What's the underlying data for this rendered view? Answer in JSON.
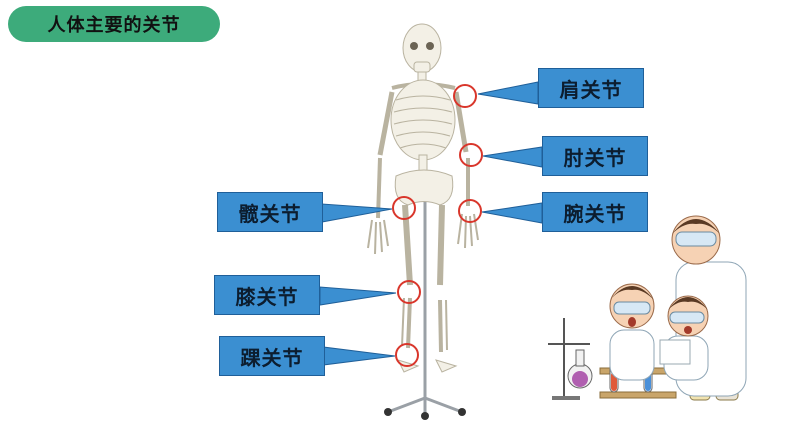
{
  "header": {
    "title": "人体主要的关节"
  },
  "labels": {
    "shoulder": "肩关节",
    "elbow": "肘关节",
    "hip": "髋关节",
    "wrist": "腕关节",
    "knee": "膝关节",
    "ankle": "踝关节"
  },
  "colors": {
    "title_bg": "#3dab7b",
    "callout_bg": "#3b8fd1",
    "joint_circle": "#d9362b"
  },
  "icons": [
    "skeleton-model",
    "scientist-kids-illustration"
  ]
}
